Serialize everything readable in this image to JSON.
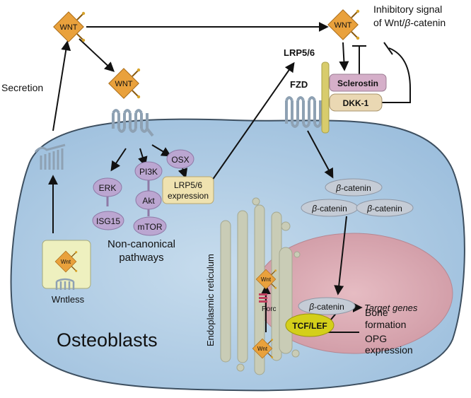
{
  "labels": {
    "wnt": "WNT",
    "wnt_small": "Wnt",
    "inhibitory_line1": "Inhibitory signal",
    "inhibitory_line2": "of Wnt/",
    "inhibitory_beta": "β",
    "inhibitory_catenin": "-catenin",
    "secretion": "Secretion",
    "lrp56": "LRP5/6",
    "fzd": "FZD",
    "sclerostin": "Sclerostin",
    "dkk1": "DKK-1",
    "erk": "ERK",
    "isg15": "ISG15",
    "pi3k": "PI3K",
    "akt": "Akt",
    "mtor": "mTOR",
    "osx": "OSX",
    "lrp_expr_line1": "LRP5/6",
    "lrp_expr_line2": "expression",
    "beta_catenin_beta": "β",
    "beta_catenin_text": "-catenin",
    "noncanonical_line1": "Non-canonical",
    "noncanonical_line2": "pathways",
    "wntless": "Wntless",
    "osteoblasts": "Osteoblasts",
    "er": "Endoplasmic reticulum",
    "porc": "Porc",
    "target_genes": "Target genes",
    "tcf_lef": "TCF/LEF",
    "bone_line1": "Bone",
    "bone_line2": "formation",
    "opg_line1": "OPG",
    "opg_line2": "expression"
  },
  "colors": {
    "cell_fill": "#a9c8e2",
    "cell_stroke": "#3d4f60",
    "nucleus": "#d6a7b0",
    "er": "#c9ccb6",
    "wnt_diamond": "#e9a13c",
    "purple_node": "#bba6d1",
    "lrp_box": "#efe2b0",
    "grey_node": "#c5ccd6",
    "receptor": "#b3c1cf",
    "lrp_rod": "#d8cc6c",
    "sclerostin": "#d5afc9",
    "dkk1": "#ead8b3",
    "tcf": "#d4cf1a",
    "wntless_box": "#eef0bf"
  }
}
